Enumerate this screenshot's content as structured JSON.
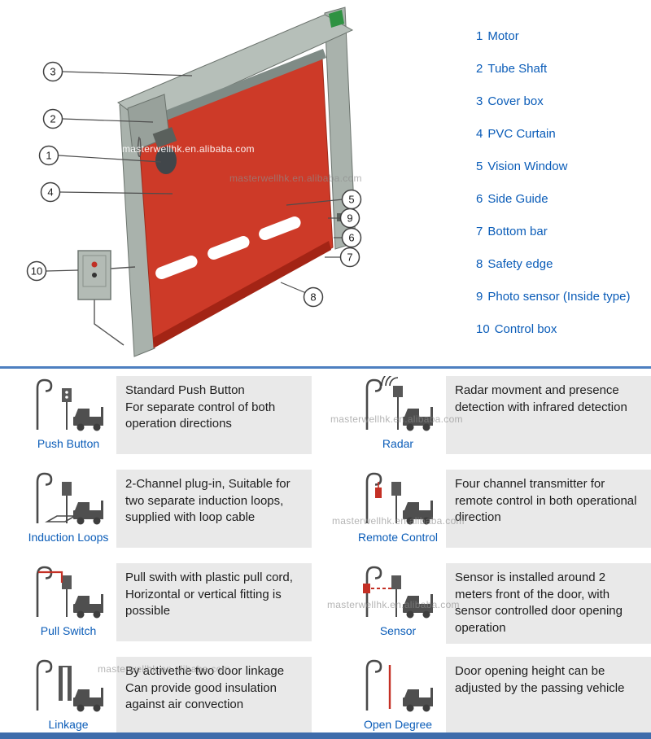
{
  "watermark": "masterwellhk.en.alibaba.com",
  "diagram": {
    "callouts": [
      "3",
      "2",
      "1",
      "4",
      "10",
      "5",
      "9",
      "6",
      "7",
      "8"
    ]
  },
  "legend": {
    "items": [
      {
        "num": "1",
        "label": "Motor"
      },
      {
        "num": "2",
        "label": "Tube Shaft"
      },
      {
        "num": "3",
        "label": "Cover box"
      },
      {
        "num": "4",
        "label": "PVC Curtain"
      },
      {
        "num": "5",
        "label": "Vision Window"
      },
      {
        "num": "6",
        "label": "Side Guide"
      },
      {
        "num": "7",
        "label": "Bottom bar"
      },
      {
        "num": "8",
        "label": "Safety edge"
      },
      {
        "num": "9",
        "label": "Photo sensor (Inside type)"
      },
      {
        "num": "10",
        "label": "Control box"
      }
    ]
  },
  "accessories": [
    {
      "name": "Push Button",
      "desc": "Standard Push Button\nFor separate control of both\noperation directions"
    },
    {
      "name": "Radar",
      "desc": "Radar movment and presence\ndetection with infrared detection"
    },
    {
      "name": "Induction Loops",
      "desc": "2-Channel plug-in, Suitable for\ntwo separate induction loops,\nsupplied with loop cable"
    },
    {
      "name": "Remote Control",
      "desc": "Four channel transmitter for\nremote control in both operational\ndirection"
    },
    {
      "name": "Pull Switch",
      "desc": "Pull swith with plastic pull cord,\nHorizontal or vertical fitting is\npossible"
    },
    {
      "name": "Sensor",
      "desc": "Sensor is installed around 2\nmeters front of the door, with\nsensor controlled door opening\noperation"
    },
    {
      "name": "Linkage",
      "desc": "By activethe two door linkage\nCan provide good insulation\nagainst air convection"
    },
    {
      "name": "Open Degree",
      "desc": "Door opening height can be\nadjusted by the passing vehicle"
    }
  ],
  "colors": {
    "accent_blue": "#0a5cb8",
    "curtain_red": "#cd3a28",
    "separator_blue": "#4d7fc0",
    "box_gray": "#e9e9e9"
  }
}
